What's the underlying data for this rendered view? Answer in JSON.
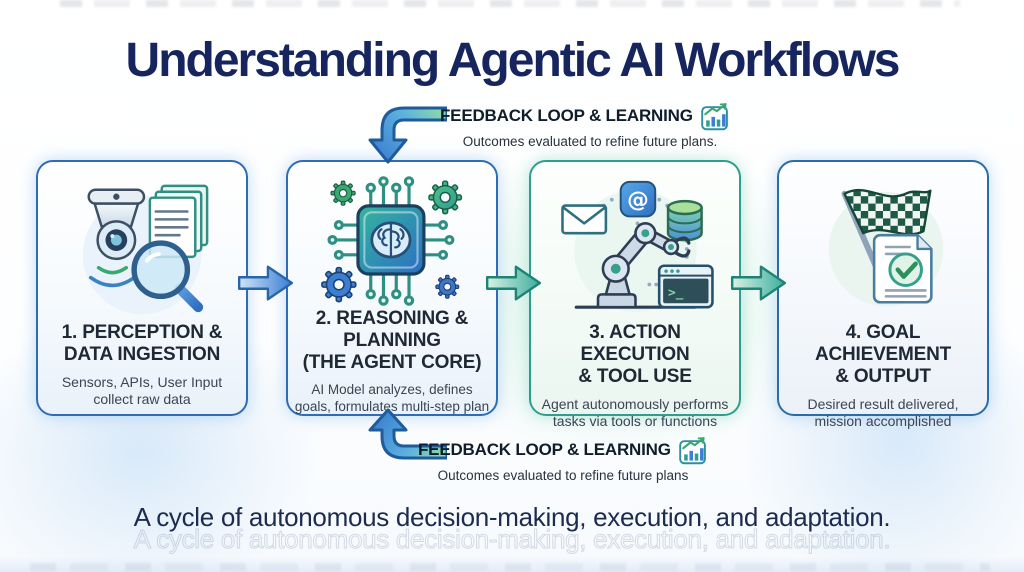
{
  "title": "Understanding Agentic AI Workflows",
  "feedback_loops": {
    "top": {
      "heading": "FEEDBACK LOOP & LEARNING",
      "subtext": "Outcomes evaluated to refine future plans.",
      "icon": "growth-chart-icon"
    },
    "bottom": {
      "heading": "FEEDBACK LOOP & LEARNING",
      "subtext": "Outcomes evaluated to refine future plans",
      "icon": "growth-chart-icon"
    }
  },
  "steps": [
    {
      "heading": "1. PERCEPTION &\nDATA INGESTION",
      "description": "Sensors, APIs, User Input\ncollect raw data",
      "icon": "camera-documents-magnifier-icon",
      "accent": "#2e6cb5"
    },
    {
      "heading": "2. REASONING &\nPLANNING\n(THE AGENT CORE)",
      "description": "AI Model analyzes, defines\ngoals, formulates multi-step plan",
      "icon": "chip-brain-gears-icon",
      "accent": "#2e6cb5"
    },
    {
      "heading": "3. ACTION EXECUTION\n& TOOL USE",
      "description": "Agent autonomously performs\ntasks via tools or functions",
      "icon": "robot-arm-tools-icon",
      "accent": "#2f9e8f"
    },
    {
      "heading": "4. GOAL ACHIEVEMENT\n& OUTPUT",
      "description": "Desired result delivered,\nmission accomplished",
      "icon": "checkered-flag-document-icon",
      "accent": "#2a6ca8"
    }
  ],
  "caption": "A cycle of autonomous decision-making, execution, and adaptation.",
  "colors": {
    "title": "#16255e",
    "box_border_blue": "#2e6cb5",
    "box_border_teal": "#2f9e8f",
    "flow_arrow_blue": "#3b7fd4",
    "flow_arrow_teal": "#3fae9e",
    "feedback_arrow_green": "#8fdca6",
    "feedback_arrow_blue": "#3f86d2"
  }
}
